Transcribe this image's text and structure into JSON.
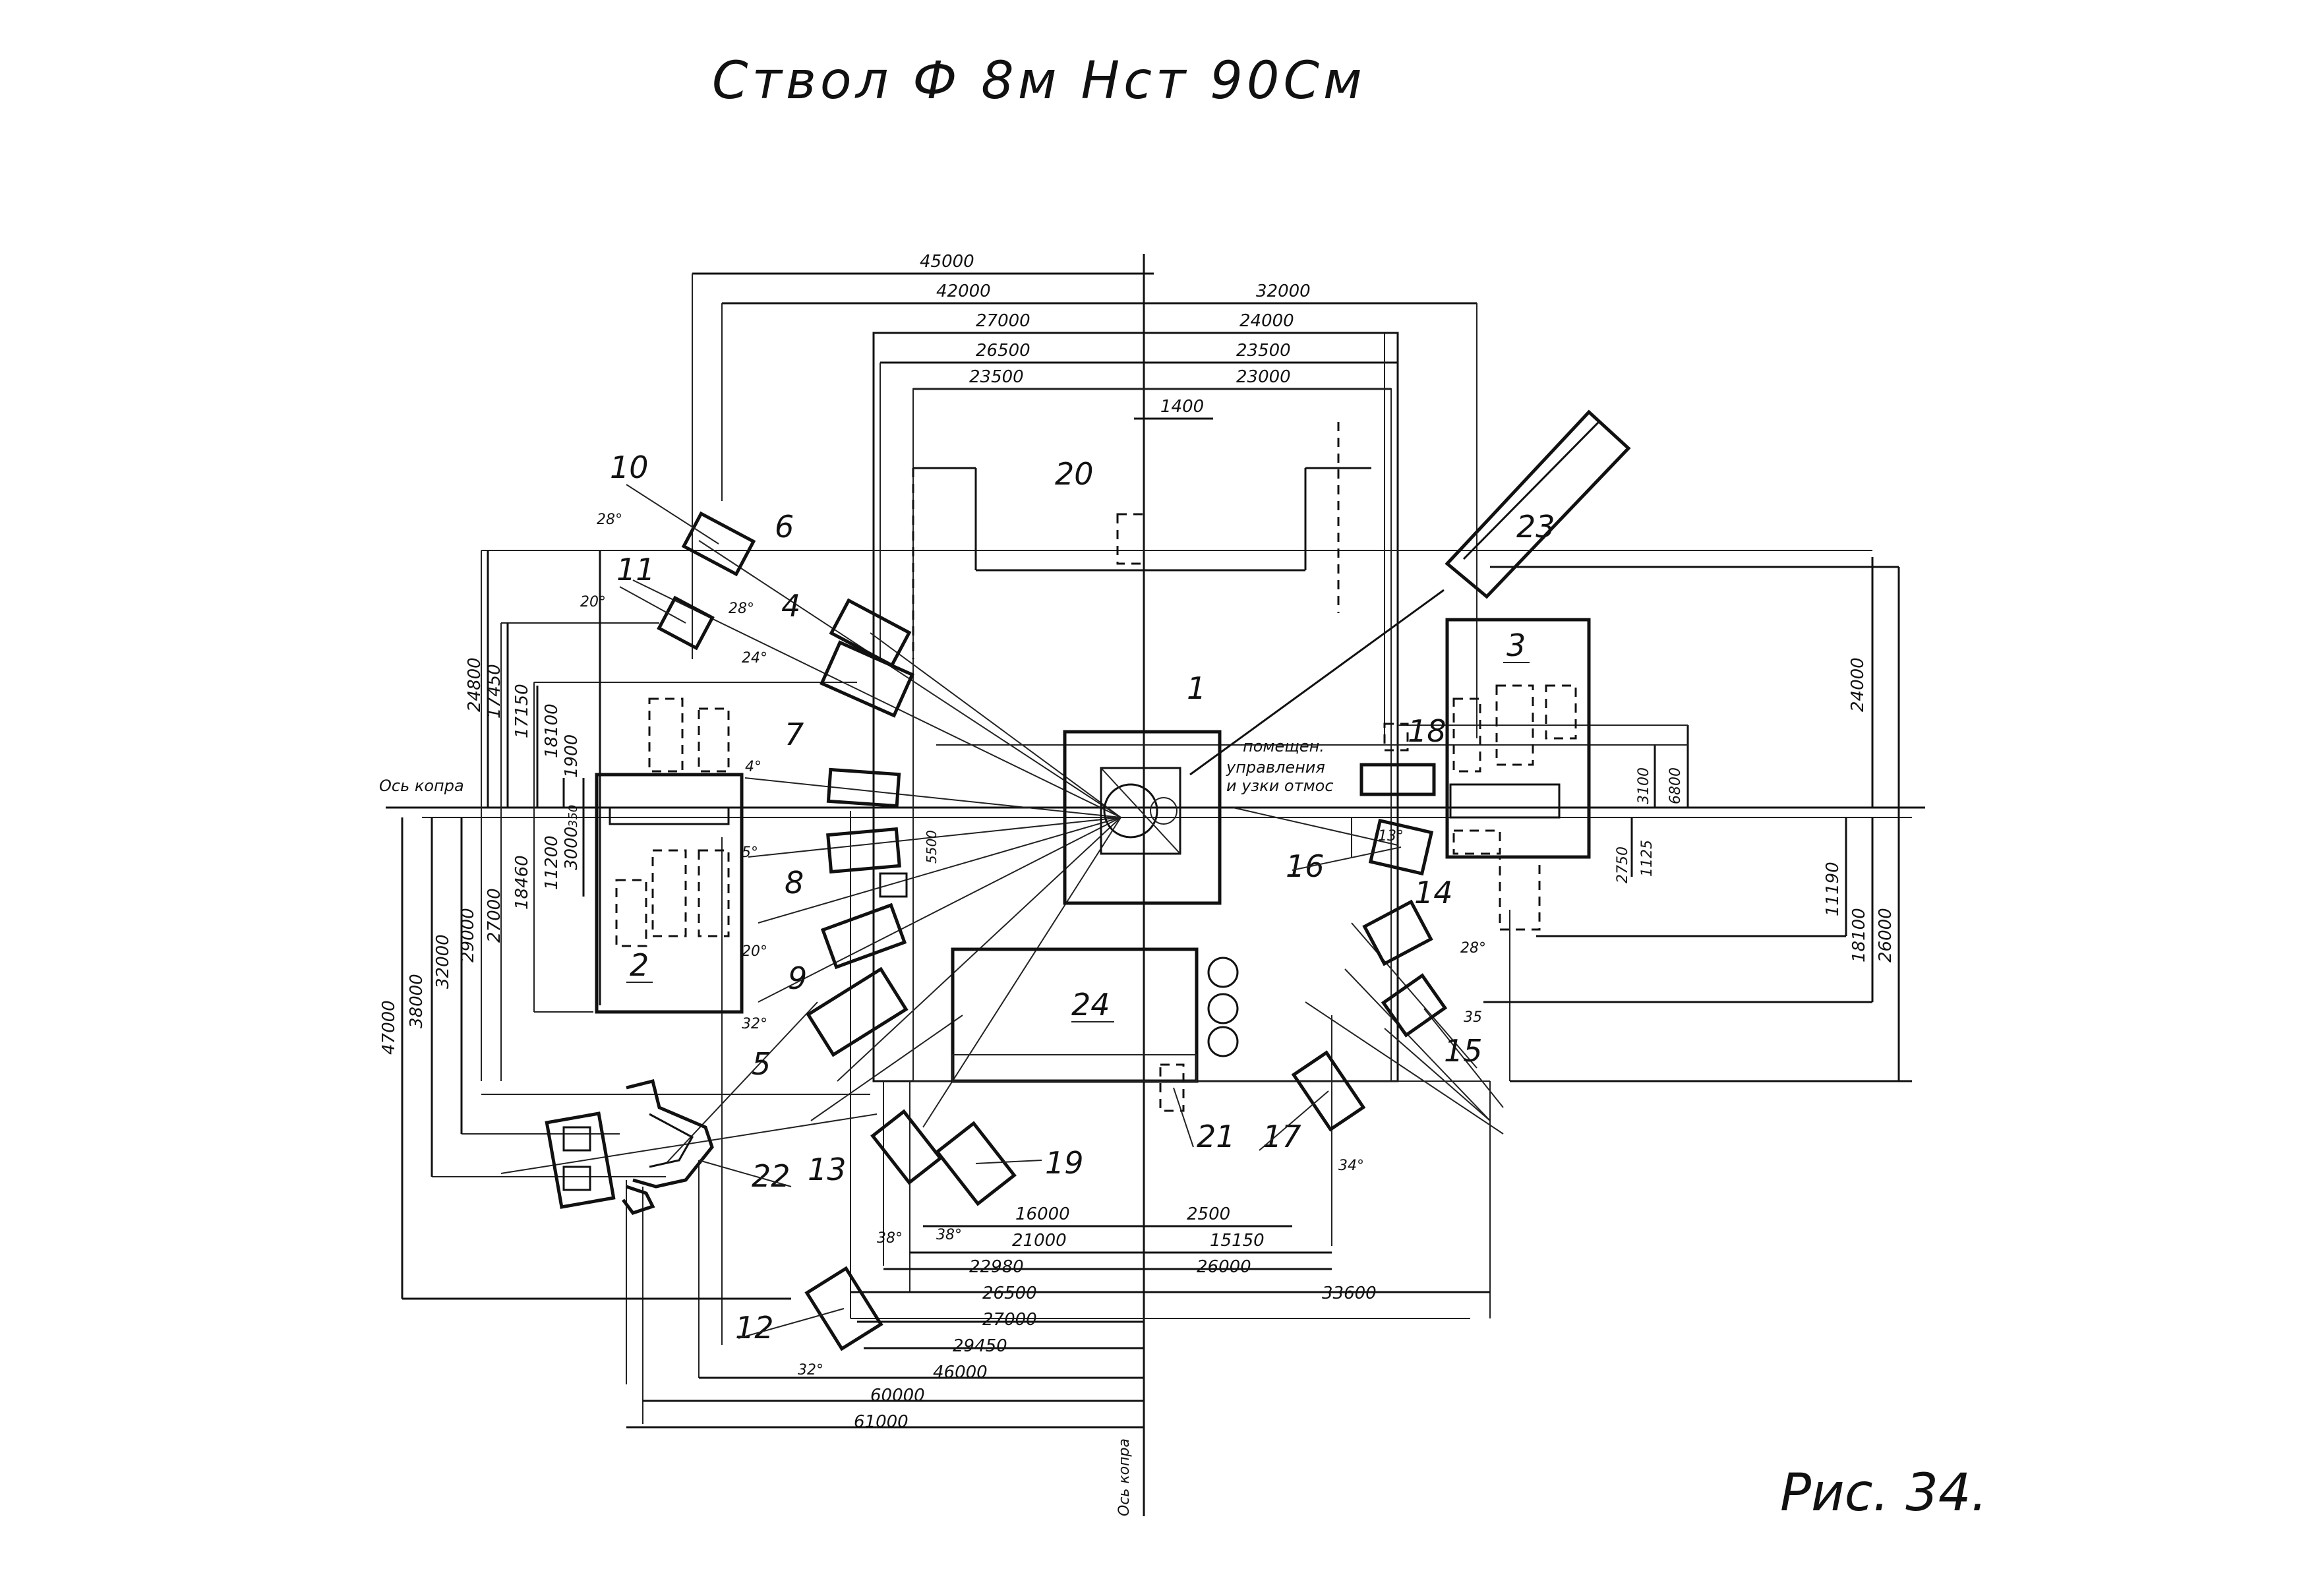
{
  "header": {
    "title": "Ствол Ф 8м   Нст  90См"
  },
  "caption": "Рис. 34.",
  "axis_labels": {
    "horizontal": "Ось копра",
    "vertical": "Ось копра"
  },
  "room_note": [
    "помещен.",
    "управления",
    "и узки отмос"
  ],
  "equipment": [
    {
      "number": "1"
    },
    {
      "number": "2"
    },
    {
      "number": "3"
    },
    {
      "number": "4"
    },
    {
      "number": "5"
    },
    {
      "number": "6"
    },
    {
      "number": "7"
    },
    {
      "number": "8"
    },
    {
      "number": "9"
    },
    {
      "number": "10"
    },
    {
      "number": "11"
    },
    {
      "number": "12"
    },
    {
      "number": "13"
    },
    {
      "number": "14"
    },
    {
      "number": "15"
    },
    {
      "number": "16"
    },
    {
      "number": "17"
    },
    {
      "number": "18"
    },
    {
      "number": "19"
    },
    {
      "number": "20"
    },
    {
      "number": "21"
    },
    {
      "number": "22"
    },
    {
      "number": "23"
    },
    {
      "number": "24"
    }
  ],
  "dimensions": {
    "top": [
      "45000",
      "42000",
      "32000",
      "27000",
      "24000",
      "26500",
      "23500",
      "23500",
      "23000",
      "1400"
    ],
    "bottom": [
      "16000",
      "2500",
      "21000",
      "15150",
      "22980",
      "26000",
      "26500",
      "33600",
      "27000",
      "29450",
      "46000",
      "60000",
      "61000"
    ],
    "left": [
      "24800",
      "17450",
      "17150",
      "18100",
      "1900",
      "350",
      "3000",
      "11200",
      "18460",
      "27000",
      "29000",
      "32000",
      "38000",
      "47000"
    ],
    "right": [
      "24000",
      "3100",
      "6800",
      "1125",
      "2750",
      "11190",
      "18100",
      "26000",
      "5500"
    ]
  },
  "angles": [
    "28°",
    "20°",
    "28°",
    "24°",
    "4°",
    "5°",
    "20°",
    "32°",
    "13°",
    "28°",
    "35",
    "34°",
    "38°",
    "38°",
    "32°"
  ]
}
